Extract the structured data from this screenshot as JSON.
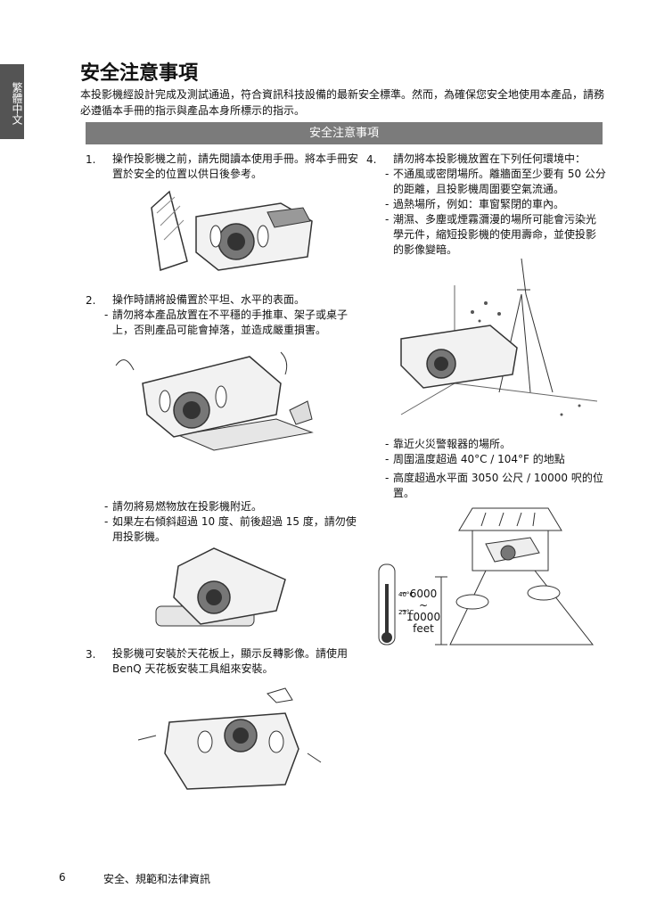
{
  "side_tab": "繁體中文",
  "page_title": "安全注意事項",
  "intro": "本投影機經設計完成及測試通過，符合資訊科技設備的最新安全標準。然而，為確保您安全地使用本產品，請務必遵循本手冊的指示與產品本身所標示的指示。",
  "banner": "安全注意事項",
  "items": [
    {
      "num": "1.",
      "text": "操作投影機之前，請先閱讀本使用手冊。將本手冊安置於安全的位置以供日後參考。"
    },
    {
      "num": "2.",
      "text": "操作時請將設備置於平坦、水平的表面。",
      "bullets": [
        "請勿將本產品放置在不平穩的手推車、架子或桌子上，否則產品可能會掉落，並造成嚴重損害。"
      ]
    },
    {
      "bullets": [
        "請勿將易燃物放在投影機附近。",
        "如果左右傾斜超過 10 度、前後超過 15 度，請勿使用投影機。"
      ]
    },
    {
      "num": "3.",
      "text": "投影機可安裝於天花板上，顯示反轉影像。請使用 BenQ 天花板安裝工具組來安裝。"
    },
    {
      "num": "4.",
      "text": "請勿將本投影機放置在下列任何環境中：",
      "bullets": [
        "不通風或密閉場所。離牆面至少要有 50 公分的距離，且投影機周圍要空氣流通。",
        "過熱場所，例如：車窗緊閉的車內。",
        "潮濕、多塵或煙霧瀰漫的場所可能會污染光學元件，縮短投影機的使用壽命，並使投影的影像變暗。"
      ]
    },
    {
      "bullets": [
        "靠近火災警報器的場所。",
        "周圍溫度超過 40°C / 104°F 的地點",
        "高度超過水平面 3050 公尺 / 10000 呎的位置。"
      ]
    }
  ],
  "altitude_figure": {
    "top": "6000",
    "tilde": "~",
    "bottom": "10000",
    "unit": "feet",
    "t_hi": "40°C",
    "t_lo": "23°C"
  },
  "footer": {
    "page_number": "6",
    "section": "安全、規範和法律資訊"
  }
}
